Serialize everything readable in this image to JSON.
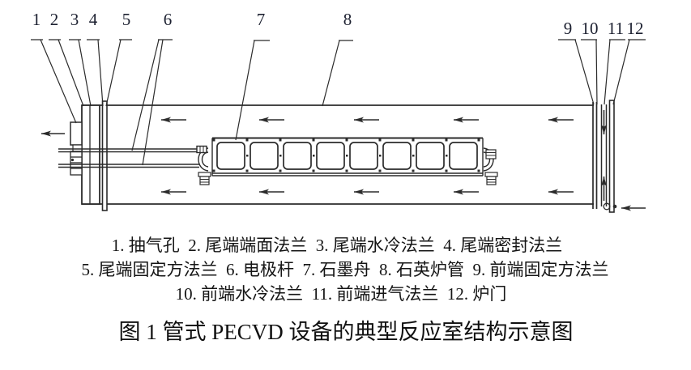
{
  "figure": {
    "parts": [
      {
        "num": "1",
        "label": "抽气孔"
      },
      {
        "num": "2",
        "label": "尾端端面法兰"
      },
      {
        "num": "3",
        "label": "尾端水冷法兰"
      },
      {
        "num": "4",
        "label": "尾端密封法兰"
      },
      {
        "num": "5",
        "label": "尾端固定方法兰"
      },
      {
        "num": "6",
        "label": "电极杆"
      },
      {
        "num": "7",
        "label": "石墨舟"
      },
      {
        "num": "8",
        "label": "石英炉管"
      },
      {
        "num": "9",
        "label": "前端固定方法兰"
      },
      {
        "num": "10",
        "label": "前端水冷法兰"
      },
      {
        "num": "11",
        "label": "前端进气法兰"
      },
      {
        "num": "12",
        "label": "炉门"
      }
    ],
    "legend_lines": [
      "1. 抽气孔  2. 尾端端面法兰  3. 尾端水冷法兰  4. 尾端密封法兰",
      "5. 尾端固定方法兰  6. 电极杆  7. 石墨舟  8. 石英炉管  9. 前端固定方法兰",
      "10. 前端水冷法兰  11. 前端进气法兰  12. 炉门"
    ],
    "caption": "图 1 管式 PECVD 设备的典型反应室结构示意图",
    "wafer_count": 8,
    "flow_direction": "right-to-left",
    "colors": {
      "line": "#2b2b2b",
      "background": "#ffffff",
      "text": "#151515"
    }
  }
}
